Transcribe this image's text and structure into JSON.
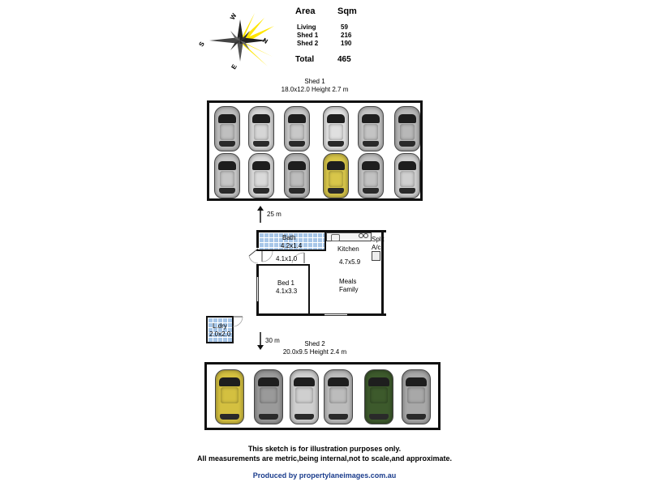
{
  "compass": {
    "n": "N",
    "s": "S",
    "e": "E",
    "w": "W"
  },
  "area_table": {
    "header_area": "Area",
    "header_sqm": "Sqm",
    "rows": [
      {
        "label": "Living",
        "value": "59"
      },
      {
        "label": "Shed 1",
        "value": "216"
      },
      {
        "label": "Shed 2",
        "value": "190"
      }
    ],
    "total_label": "Total",
    "total_value": "465"
  },
  "shed1": {
    "title": "Shed 1",
    "dims": "18.0x12.0 Height 2.7 m",
    "cars": [
      {
        "color": "#bfbfbf"
      },
      {
        "color": "#d6d6d6"
      },
      {
        "color": "#c8c8c8"
      },
      {
        "color": "#e0e0e0"
      },
      {
        "color": "#c4c4c4"
      },
      {
        "color": "#b8b8b8"
      },
      {
        "color": "#c6c6c6"
      },
      {
        "color": "#dadada"
      },
      {
        "color": "#bdbdbd"
      },
      {
        "color": "#d8c64a"
      },
      {
        "color": "#c2c2c2"
      },
      {
        "color": "#d0d0d0"
      }
    ]
  },
  "distance_up": "25 m",
  "distance_down": "30 m",
  "house": {
    "bath_label": "Bath",
    "bath_dims": "4.2x1.4",
    "hall_dims": "4.1x1.0",
    "kitchen_label": "Kitchen",
    "kitchen_dims": "4.7x5.9",
    "split_label": "Split",
    "ac_label": "A/c",
    "bed_label": "Bed 1",
    "bed_dims": "4.1x3.3",
    "meals_label": "Meals",
    "family_label": "Family"
  },
  "laundry": {
    "label": "L.dry",
    "dims": "2.0x2.0"
  },
  "shed2": {
    "title": "Shed 2",
    "dims": "20.0x9.5 Height 2.4 m",
    "cars": [
      {
        "color": "#d4c040"
      },
      {
        "color": "#9a9a9a"
      },
      {
        "color": "#cfcfcf"
      },
      {
        "color": "#bcbcbc"
      },
      {
        "color": "#3d5a2c"
      },
      {
        "color": "#a8a8a8"
      }
    ]
  },
  "footer": {
    "line1": "This sketch is for illustration purposes only.",
    "line2": "All measurements are metric,being internal,not to scale,and approximate.",
    "credit": "Produced by propertylaneimages.com.au"
  }
}
